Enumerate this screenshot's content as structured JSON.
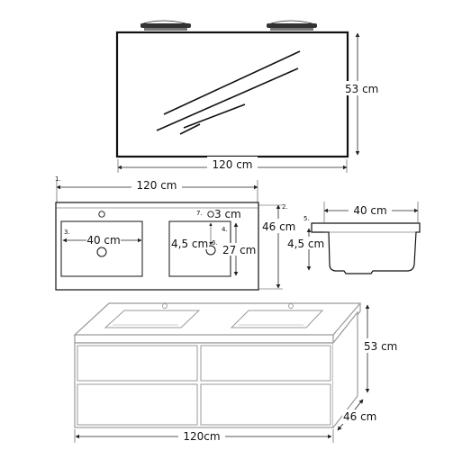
{
  "mirror": {
    "width_label": "120 cm",
    "height_label": "53 cm"
  },
  "countertop": {
    "width_label": "120 cm",
    "depth_label": "46 cm",
    "basin_width_label": "40 cm",
    "drain_label": "4,5 cm",
    "basin_depth_label": "27 cm",
    "tap_hole_label": "3 cm",
    "markers": [
      "1.",
      "2.",
      "3.",
      "4.",
      "6.",
      "7."
    ]
  },
  "basin_profile": {
    "width_label": "40 cm",
    "height_label": "4,5 cm",
    "marker": "5."
  },
  "cabinet": {
    "width_label": "120cm",
    "height_label": "53 cm",
    "depth_label": "46 cm"
  },
  "colors": {
    "line": "#111111",
    "cabinet_edge": "#9a9a9a",
    "mirror_glass": "#ffffff"
  }
}
